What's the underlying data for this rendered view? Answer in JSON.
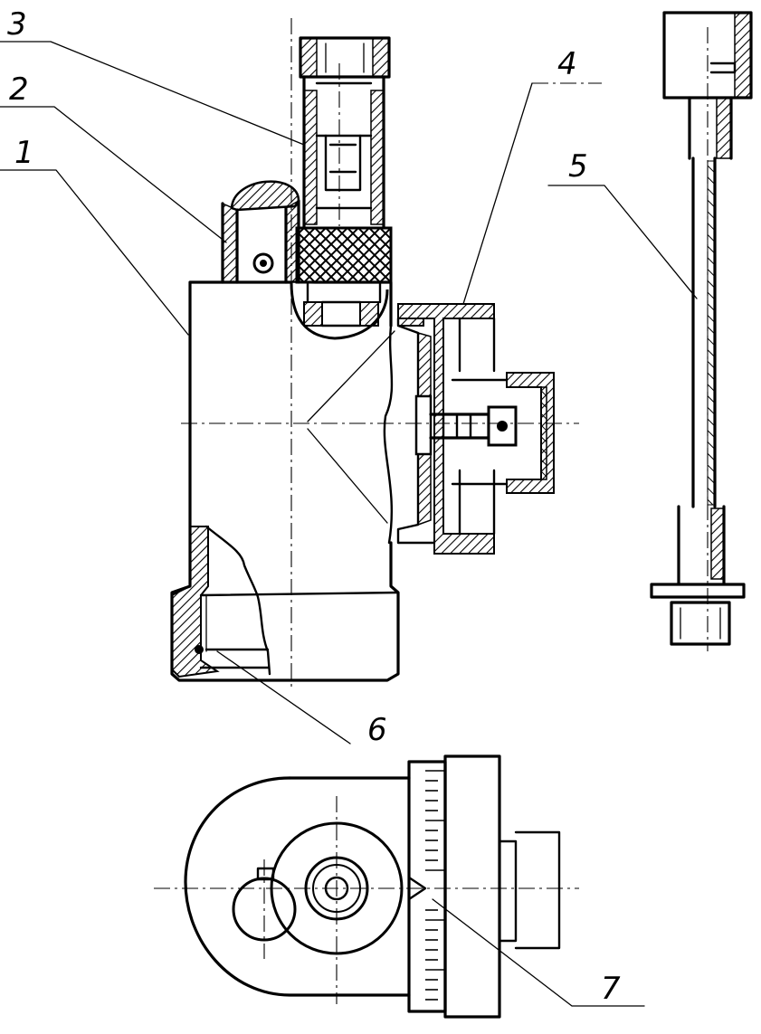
{
  "callouts": [
    {
      "id": "1",
      "label": "1"
    },
    {
      "id": "2",
      "label": "2"
    },
    {
      "id": "3",
      "label": "3"
    },
    {
      "id": "4",
      "label": "4"
    },
    {
      "id": "5",
      "label": "5"
    },
    {
      "id": "6",
      "label": "6"
    },
    {
      "id": "7",
      "label": "7"
    }
  ],
  "colors": {
    "ink": "#000000",
    "paper": "#ffffff"
  }
}
